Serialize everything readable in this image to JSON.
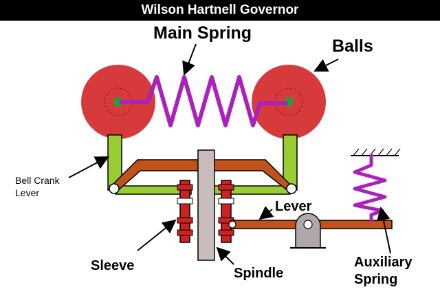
{
  "title": "Wilson Hartnell Governor",
  "labels": {
    "main_spring": "Main Spring",
    "balls": "Balls",
    "bell_crank_line1": "Bell Crank",
    "bell_crank_line2": "Lever",
    "lever": "Lever",
    "sleeve": "Sleeve",
    "spindle": "Spindle",
    "auxiliary_line1": "Auxiliary",
    "auxiliary_line2": "Spring"
  },
  "colors": {
    "ball": "#d63a3a",
    "spring": "#aa22bb",
    "arm": "#9acd32",
    "lever": "#c0521a",
    "spindle": "#c8bcbc",
    "pivot": "#2e9a3a",
    "sleeve": "#cc2222",
    "support": "#b0a8a8"
  }
}
